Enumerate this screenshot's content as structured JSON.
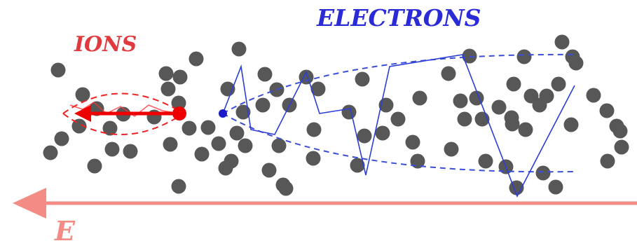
{
  "labels": {
    "ions": "IONS",
    "electrons": "ELECTRONS",
    "field": "E"
  },
  "colors": {
    "ions": "#e0393e",
    "electrons": "#2a2ad6",
    "field": "#f28c85",
    "atoms": "#575757",
    "ion_path": "#ee0000",
    "electron_path": "#2b3ed6"
  }
}
